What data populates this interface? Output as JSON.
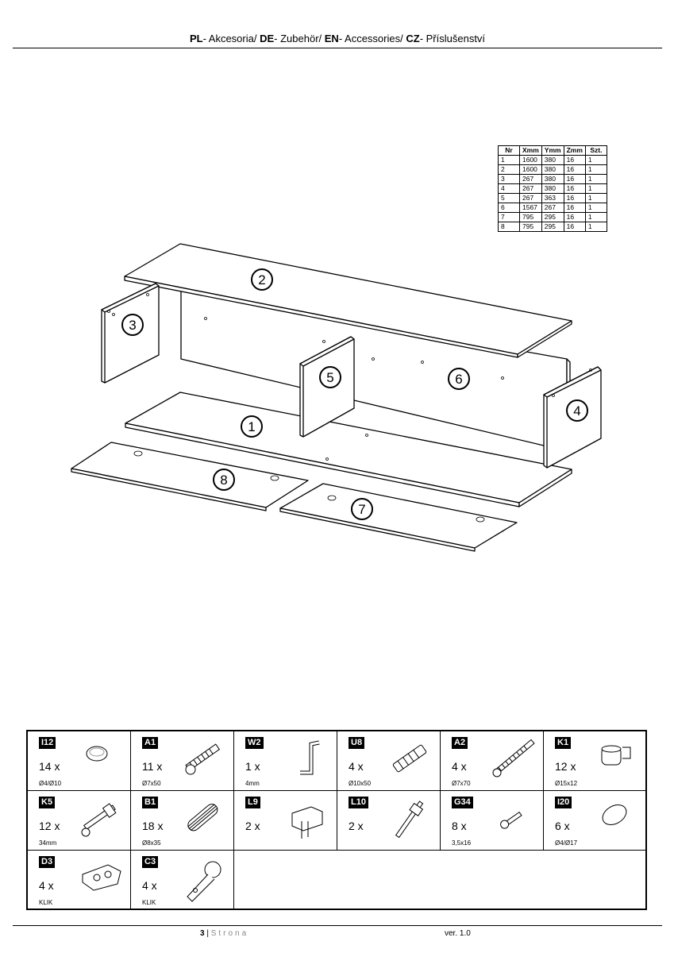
{
  "header": {
    "parts": [
      {
        "code": "PL",
        "text": "- Akcesoria/ "
      },
      {
        "code": "DE",
        "text": "- Zubehör/ "
      },
      {
        "code": "EN",
        "text": "- Accessories/ "
      },
      {
        "code": "CZ",
        "text": "- Příslušenství"
      }
    ]
  },
  "dimensions": {
    "headers": [
      "Nr",
      "Xmm",
      "Ymm",
      "Zmm",
      "Szt."
    ],
    "rows": [
      [
        "1",
        "1600",
        "380",
        "16",
        "1"
      ],
      [
        "2",
        "1600",
        "380",
        "16",
        "1"
      ],
      [
        "3",
        "267",
        "380",
        "16",
        "1"
      ],
      [
        "4",
        "267",
        "380",
        "16",
        "1"
      ],
      [
        "5",
        "267",
        "363",
        "16",
        "1"
      ],
      [
        "6",
        "1567",
        "267",
        "16",
        "1"
      ],
      [
        "7",
        "795",
        "295",
        "16",
        "1"
      ],
      [
        "8",
        "795",
        "295",
        "16",
        "1"
      ]
    ]
  },
  "panel_labels": [
    "1",
    "2",
    "3",
    "4",
    "5",
    "6",
    "7",
    "8"
  ],
  "accessories": [
    {
      "code": "I12",
      "qty": "14 x",
      "size": "Ø4/Ø10",
      "icon": "cap-icon"
    },
    {
      "code": "A1",
      "qty": "11 x",
      "size": "Ø7x50",
      "icon": "confirmat-screw-icon"
    },
    {
      "code": "W2",
      "qty": "1 x",
      "size": "4mm",
      "icon": "allen-key-icon"
    },
    {
      "code": "U8",
      "qty": "4 x",
      "size": "Ø10x50",
      "icon": "wall-plug-icon"
    },
    {
      "code": "A2",
      "qty": "4 x",
      "size": "Ø7x70",
      "icon": "long-screw-icon"
    },
    {
      "code": "K1",
      "qty": "12 x",
      "size": "Ø15x12",
      "icon": "cam-lock-icon"
    },
    {
      "code": "K5",
      "qty": "12 x",
      "size": "34mm",
      "icon": "cam-bolt-icon"
    },
    {
      "code": "B1",
      "qty": "18 x",
      "size": "Ø8x35",
      "icon": "dowel-icon"
    },
    {
      "code": "L9",
      "qty": "2 x",
      "size": "",
      "icon": "hanger-bracket-icon"
    },
    {
      "code": "L10",
      "qty": "2 x",
      "size": "",
      "icon": "bolt-anchor-icon"
    },
    {
      "code": "G34",
      "qty": "8 x",
      "size": "3,5x16",
      "icon": "wood-screw-icon"
    },
    {
      "code": "I20",
      "qty": "6 x",
      "size": "Ø4/Ø17",
      "icon": "large-cap-icon"
    },
    {
      "code": "D3",
      "qty": "4 x",
      "size": "KLIK",
      "icon": "hinge-plate-icon"
    },
    {
      "code": "C3",
      "qty": "4 x",
      "size": "KLIK",
      "icon": "hinge-icon"
    }
  ],
  "footer": {
    "page": "3",
    "separator": " | ",
    "label": "Strona",
    "version": "ver. 1.0"
  }
}
